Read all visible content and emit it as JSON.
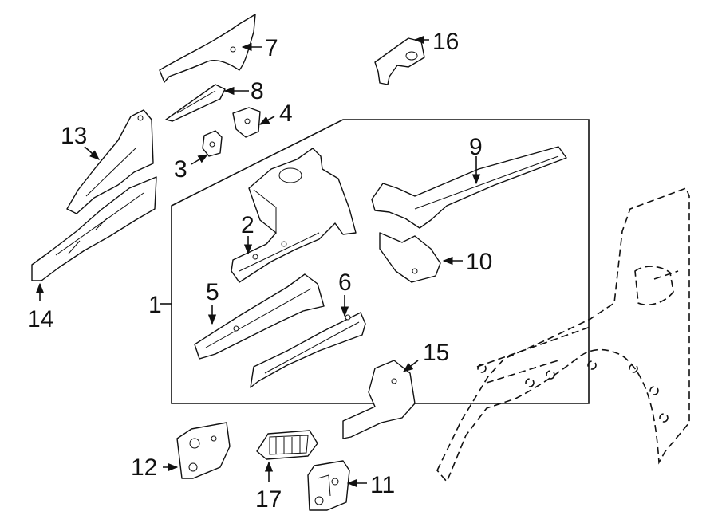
{
  "callouts": {
    "c1": "1",
    "c2": "2",
    "c3": "3",
    "c4": "4",
    "c5": "5",
    "c6": "6",
    "c7": "7",
    "c8": "8",
    "c9": "9",
    "c10": "10",
    "c11": "11",
    "c12": "12",
    "c13": "13",
    "c14": "14",
    "c15": "15",
    "c16": "16",
    "c17": "17"
  },
  "colors": {
    "ink": "#111111",
    "paper": "#ffffff"
  }
}
